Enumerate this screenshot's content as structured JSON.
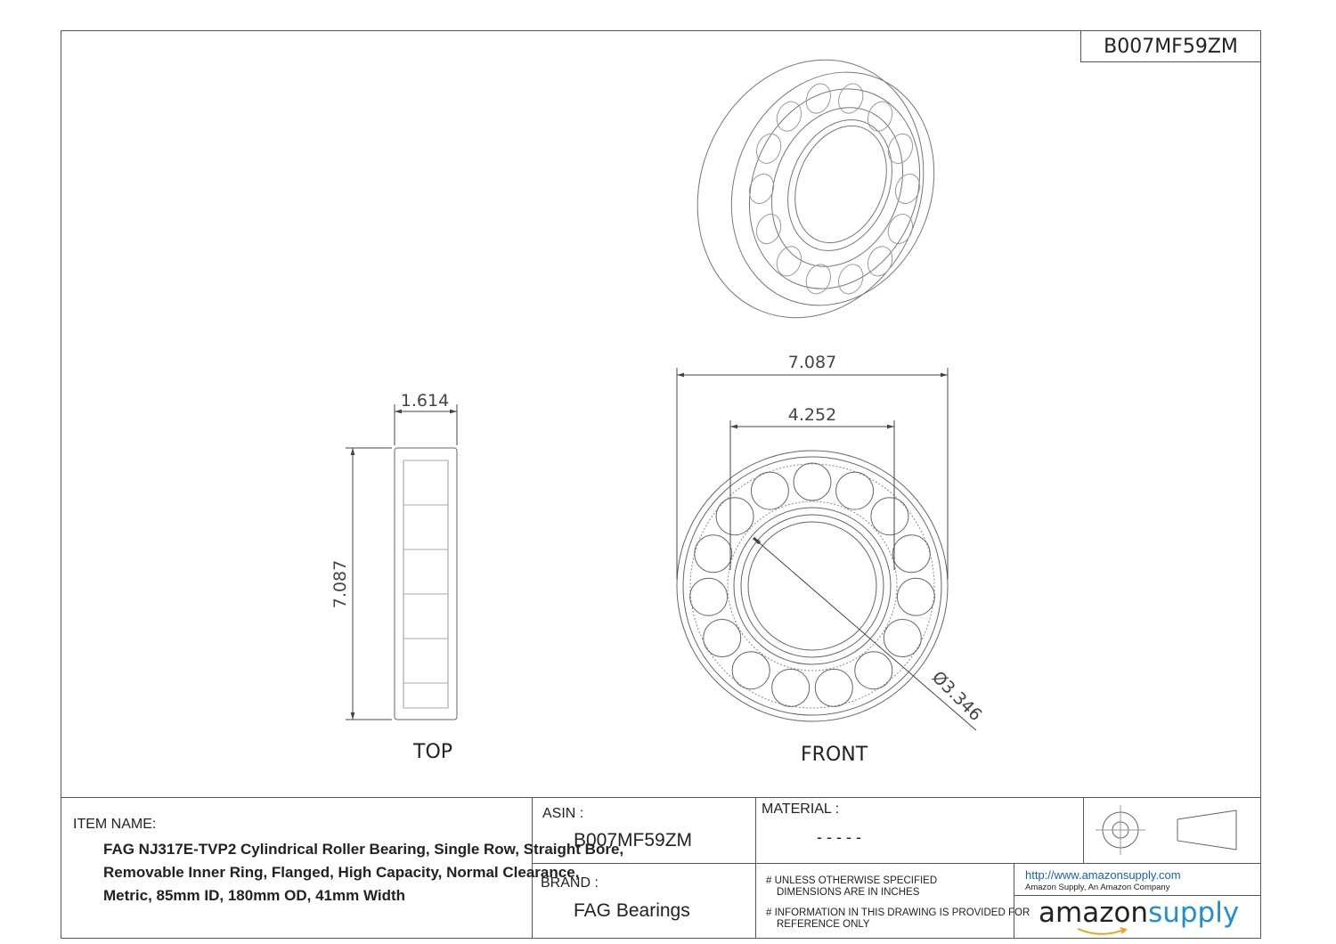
{
  "header": {
    "part_number": "B007MF59ZM"
  },
  "views": {
    "top": {
      "label": "TOP",
      "width_dim": "1.614",
      "height_dim": "7.087"
    },
    "front": {
      "label": "FRONT",
      "outer_dim": "7.087",
      "inner_dim": "4.252",
      "bore_dim": "Ø3.346"
    }
  },
  "title_block": {
    "item_name_label": "ITEM NAME:",
    "item_name_lines": [
      "FAG NJ317E-TVP2 Cylindrical Roller Bearing, Single Row, Straight Bore,",
      "Removable Inner Ring, Flanged, High Capacity, Normal Clearance,",
      "Metric, 85mm ID, 180mm OD, 41mm Width"
    ],
    "asin_label": "ASIN :",
    "asin_value": "B007MF59ZM",
    "brand_label": "BRAND :",
    "brand_value": "FAG Bearings",
    "material_label": "MATERIAL :",
    "material_value": "- - - - -",
    "note1_line1": "# UNLESS OTHERWISE SPECIFIED",
    "note1_line2": "DIMENSIONS ARE IN INCHES",
    "note2_line1": "# INFORMATION IN THIS DRAWING IS PROVIDED FOR",
    "note2_line2": "REFERENCE ONLY",
    "url": "http://www.amazonsupply.com",
    "company": "Amazon Supply, An Amazon Company",
    "logo_word1": "amazon",
    "logo_word2": "supply"
  },
  "colors": {
    "line": "#555555",
    "logo_blue": "#1f8fd1",
    "link_blue": "#1a5fb4"
  }
}
